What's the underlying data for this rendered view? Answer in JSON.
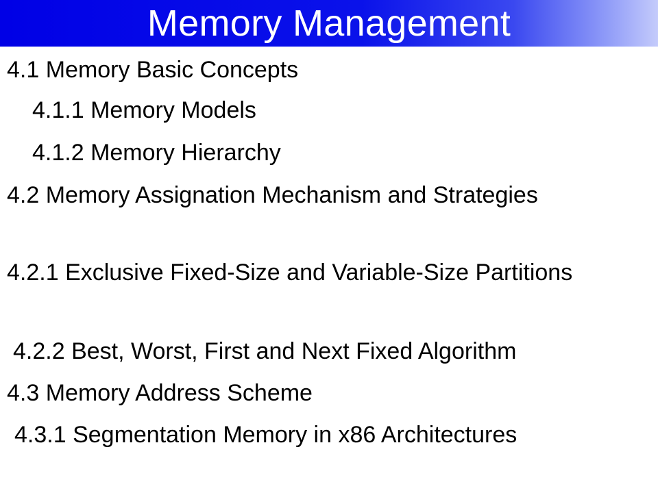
{
  "slide": {
    "title": "Memory Management",
    "items": [
      {
        "text": "4.1 Memory Basic Concepts",
        "level": 1
      },
      {
        "text": "4.1.1 Memory Models",
        "level": 2
      },
      {
        "text": "4.1.2 Memory Hierarchy",
        "level": 2
      },
      {
        "text": "4.2 Memory Assignation Mechanism and Strategies",
        "level": 1
      },
      {
        "text": "4.2.1 Exclusive Fixed-Size and Variable-Size Partitions",
        "level": 2
      },
      {
        "text": "4.2.2 Best, Worst, First and Next Fixed Algorithm",
        "level": 2
      },
      {
        "text": "4.3 Memory Address Scheme",
        "level": 1
      },
      {
        "text": "4.3.1 Segmentation Memory in x86 Architectures",
        "level": 2
      }
    ]
  },
  "colors": {
    "title_bar_start": "#0000e6",
    "title_bar_end": "#c4cbfb",
    "title_text": "#ffffff",
    "body_text": "#000000"
  }
}
